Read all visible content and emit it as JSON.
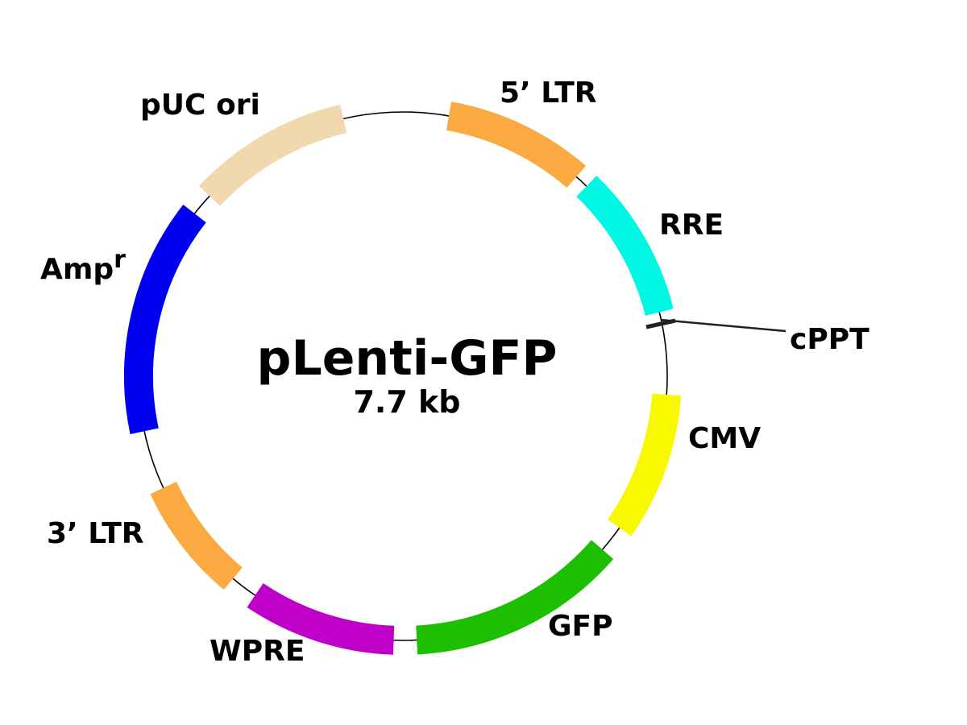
{
  "plasmid": {
    "name": "pLenti-GFP",
    "size": "7.7 kb"
  },
  "features": [
    {
      "id": "ltr5",
      "label": "5’ LTR",
      "color": "#FAAA40"
    },
    {
      "id": "rre",
      "label": "RRE",
      "color": "#00F7E4"
    },
    {
      "id": "cppt",
      "label": "cPPT",
      "color": "#222222"
    },
    {
      "id": "cmv",
      "label": "CMV",
      "color": "#F8F800"
    },
    {
      "id": "gfp",
      "label": "GFP",
      "color": "#1DC000"
    },
    {
      "id": "wpre",
      "label": "WPRE",
      "color": "#BE00C8"
    },
    {
      "id": "ltr3",
      "label": "3’ LTR",
      "color": "#FAAA40"
    },
    {
      "id": "ampr",
      "label": "Amp",
      "superscript": "r",
      "color": "#0000F0"
    },
    {
      "id": "puc",
      "label": "pUC ori",
      "color": "#F2D8AE"
    }
  ],
  "backbone_color": "#000000"
}
